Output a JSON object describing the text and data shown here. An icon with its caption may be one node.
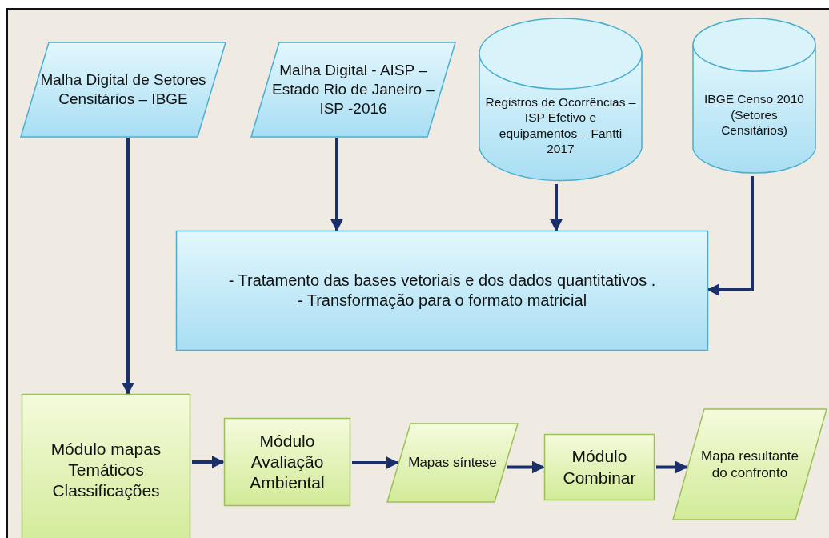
{
  "diagram": {
    "nodes": [
      {
        "text": [
          "Malha Digital de Setores Censitários – IBGE"
        ]
      },
      {
        "text": [
          "Malha Digital - AISP – Estado Rio de Janeiro – ISP -2016"
        ]
      },
      {
        "text": [
          "Registros de Ocorrências – ISP Efetivo e equipamentos – Fantti 2017"
        ]
      },
      {
        "text": [
          "IBGE Censo 2010 (Setores Censitários)"
        ]
      },
      {
        "text": [
          "- Tratamento das bases vetoriais e dos dados quantitativos .",
          "- Transformação para o formato matricial"
        ]
      },
      {
        "text": [
          "Módulo mapas Temáticos Classificações"
        ]
      },
      {
        "text": [
          "Módulo Avaliação Ambiental"
        ]
      },
      {
        "text": [
          "Mapas síntese"
        ]
      },
      {
        "text": [
          "Módulo Combinar"
        ]
      },
      {
        "text": [
          "Mapa resultante do confronto"
        ]
      }
    ],
    "edges": [
      {
        "from": 0,
        "to": 5,
        "arrow": "to"
      },
      {
        "from": 1,
        "to": 4,
        "arrow": "to"
      },
      {
        "from": 2,
        "to": 4,
        "arrow": "to"
      },
      {
        "from": 3,
        "to": 4,
        "arrow": "to"
      },
      {
        "from": 5,
        "to": 6,
        "arrow": "to"
      },
      {
        "from": 6,
        "to": 7,
        "arrow": "to"
      },
      {
        "from": 7,
        "to": 8,
        "arrow": "to"
      },
      {
        "from": 8,
        "to": 9,
        "arrow": "to"
      }
    ]
  }
}
